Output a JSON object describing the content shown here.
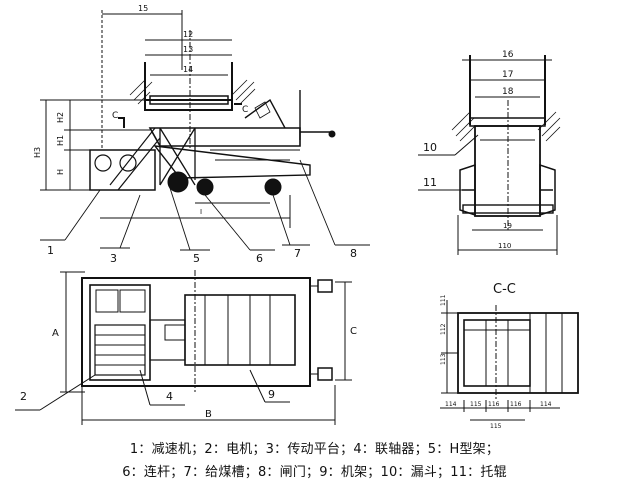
{
  "front_view": {
    "dims": [
      "15",
      "12",
      "13",
      "14",
      "H2",
      "H1",
      "H3",
      "H",
      "I",
      "C",
      "C"
    ],
    "callouts": [
      "1",
      "3",
      "5",
      "6",
      "7",
      "8"
    ]
  },
  "side_view": {
    "dims": [
      "16",
      "17",
      "18",
      "19",
      "110"
    ],
    "callouts": [
      "10",
      "11"
    ]
  },
  "plan_view": {
    "dims": [
      "A",
      "B",
      "C"
    ],
    "callouts": [
      "2",
      "4",
      "9"
    ]
  },
  "section_view": {
    "title": "C-C",
    "dims": [
      "111",
      "112",
      "113",
      "114",
      "115",
      "116",
      "116",
      "114",
      "115"
    ]
  },
  "legend": {
    "line1": "1：减速机；2：电机；3：传动平台；4：联轴器；5：H型架；",
    "line2": "6：连杆；7：给煤槽；8：闸门；9：机架；10：漏斗；11：托辊"
  }
}
